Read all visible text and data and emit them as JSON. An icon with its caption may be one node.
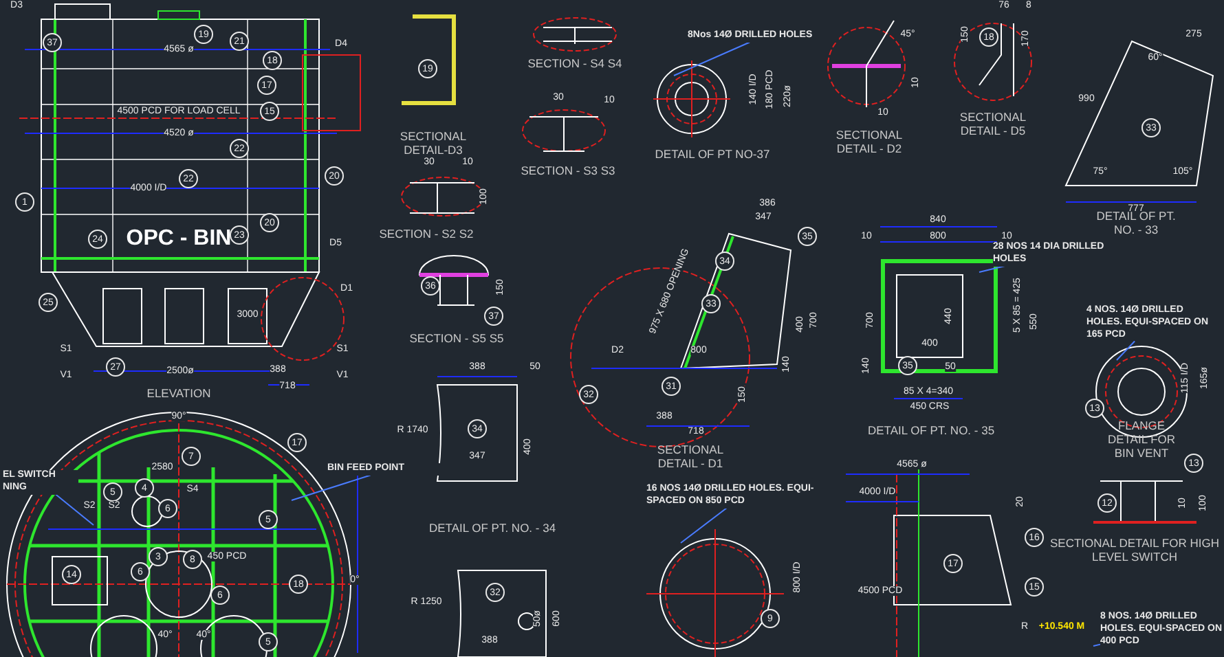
{
  "diagram": {
    "nodes": [
      {
        "text": [
          "8Nos 14Ø DRILLED HOLES"
        ]
      },
      {
        "text": [
          "28 NOS 14 DIA DRILLED HOLES"
        ]
      },
      {
        "text": [
          "4 NOS. 14Ø DRILLED HOLES. EQUI-SPACED ON 165 PCD"
        ]
      },
      {
        "text": [
          "BIN FEED POINT"
        ]
      },
      {
        "text": [
          "16 NOS 14Ø DRILLED HOLES. EQUI-SPACED ON 850 PCD"
        ]
      },
      {
        "text": [
          "8 NOS. 14Ø DRILLED HOLES. EQUI-SPACED ON 400 PCD"
        ]
      },
      {
        "text": [
          "EL SWITCH NING"
        ]
      }
    ],
    "edges": [
      {
        "from": 0,
        "to": null,
        "arrow": "none"
      },
      {
        "from": 1,
        "to": null,
        "arrow": "none"
      },
      {
        "from": 2,
        "to": null,
        "arrow": "none"
      },
      {
        "from": 3,
        "to": null,
        "arrow": "none"
      },
      {
        "from": 4,
        "to": null,
        "arrow": "none"
      },
      {
        "from": 5,
        "to": null,
        "arrow": "none"
      },
      {
        "from": 6,
        "to": null,
        "arrow": "none"
      }
    ],
    "labels": [
      "D3",
      "37",
      "19",
      "21",
      "4565 ø",
      "D4",
      "18",
      "17",
      "4500 PCD FOR LOAD CELL",
      "15",
      "4520 ø",
      "22",
      "22",
      "20",
      "4000 I/D",
      "1",
      "20",
      "24",
      "OPC - BIN",
      "23",
      "D5",
      "D1",
      "25",
      "3000",
      "S1",
      "V1",
      "27",
      "2500ø",
      "S1",
      "V1",
      "388",
      "718",
      "ELEVATION",
      "19",
      "SECTIONAL DETAIL-D3",
      "SECTION - S4 S4",
      "30",
      "10",
      "SECTION - S3 S3",
      "30",
      "10",
      "100",
      "SECTION - S2 S2",
      "36",
      "150",
      "37",
      "SECTION - S5 S5",
      "140 I/D",
      "180 PCD",
      "220ø",
      "DETAIL OF PT NO-37",
      "45°",
      "10",
      "10",
      "SECTIONAL DETAIL - D2",
      "76",
      "8",
      "18",
      "150",
      "170",
      "SECTIONAL DETAIL - D5",
      "275",
      "990",
      "60°",
      "33",
      "75°",
      "105°",
      "777",
      "DETAIL OF PT. NO. - 33",
      "386",
      "347",
      "35",
      "34",
      "975 X 680 OPENING",
      "33",
      "400",
      "700",
      "D2",
      "800",
      "140",
      "32",
      "31",
      "150",
      "388",
      "718",
      "SECTIONAL DETAIL - D1",
      "840",
      "10",
      "800",
      "10",
      "700",
      "440",
      "400",
      "5 X 85 = 425",
      "550",
      "140",
      "35",
      "50",
      "85 X 4=340",
      "450 CRS",
      "DETAIL OF PT. NO. - 35",
      "13",
      "115 I/D",
      "165ø",
      "FLANGE DETAIL FOR BIN VENT",
      "13",
      "12",
      "10",
      "100",
      "SECTIONAL DETAIL FOR HIGH LEVEL SWITCH",
      "388",
      "50",
      "R 1740",
      "34",
      "347",
      "400",
      "DETAIL OF PT. NO. - 34",
      "32",
      "R 1250",
      "50ø",
      "388",
      "600",
      "9",
      "800 I/D",
      "4565 ø",
      "4000 I/D",
      "20",
      "16",
      "17",
      "4500 PCD",
      "15",
      "R",
      "+10.540 M",
      "90°",
      "17",
      "7",
      "2580",
      "5",
      "4",
      "S2",
      "S2",
      "S4",
      "6",
      "5",
      "14",
      "6",
      "3",
      "8",
      "450 PCD",
      "18",
      "0°",
      "6",
      "5",
      "40°",
      "40°"
    ]
  }
}
